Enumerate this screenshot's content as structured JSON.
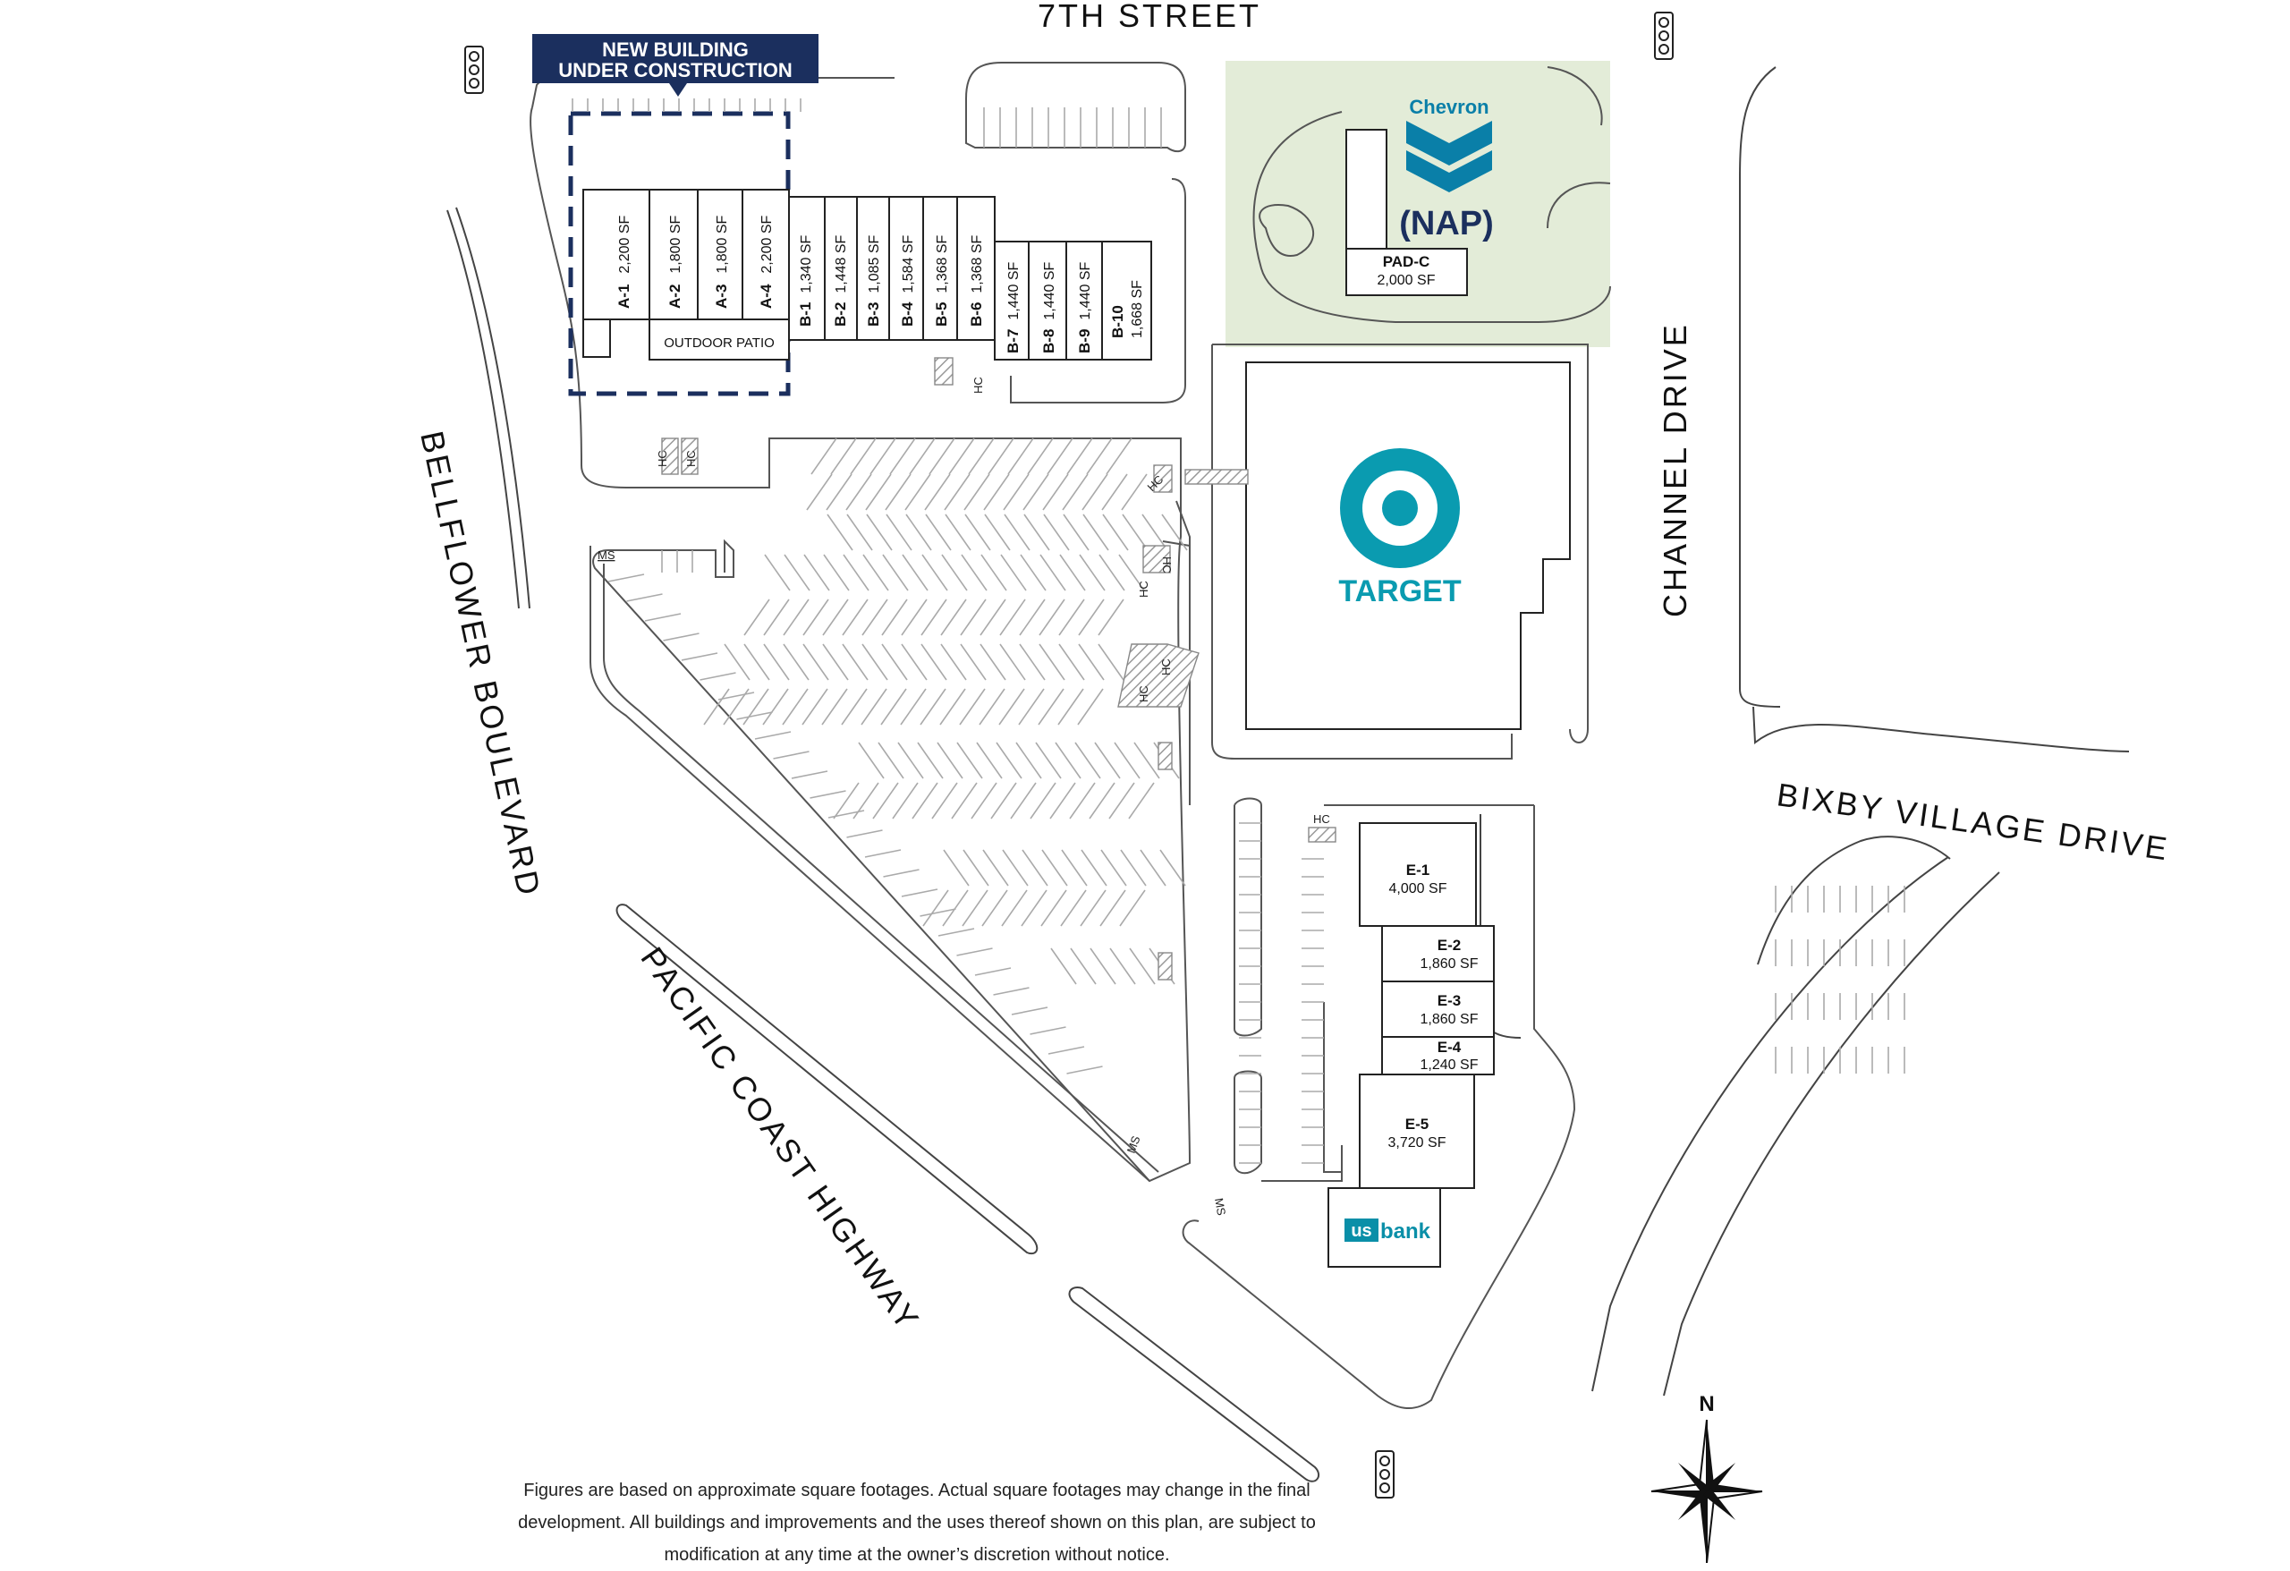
{
  "streets": {
    "seventh_street": "7TH STREET",
    "bellflower": "BELLFLOWER BOULEVARD",
    "channel": "CHANNEL DRIVE",
    "bixby": "BIXBY VILLAGE DRIVE",
    "pch": "PACIFIC COAST HIGHWAY"
  },
  "banner": {
    "line1": "NEW BUILDING",
    "line2": "UNDER CONSTRUCTION",
    "color": "#1b2f5e"
  },
  "suites_a": [
    {
      "id": "A-1",
      "sf": "2,200 SF"
    },
    {
      "id": "A-2",
      "sf": "1,800 SF"
    },
    {
      "id": "A-3",
      "sf": "1,800 SF"
    },
    {
      "id": "A-4",
      "sf": "2,200 SF"
    }
  ],
  "outdoor_patio": "OUTDOOR PATIO",
  "suites_b": [
    {
      "id": "B-1",
      "sf": "1,340 SF"
    },
    {
      "id": "B-2",
      "sf": "1,448 SF"
    },
    {
      "id": "B-3",
      "sf": "1,085 SF"
    },
    {
      "id": "B-4",
      "sf": "1,584 SF"
    },
    {
      "id": "B-5",
      "sf": "1,368 SF"
    },
    {
      "id": "B-6",
      "sf": "1,368 SF"
    },
    {
      "id": "B-7",
      "sf": "1,440 SF"
    },
    {
      "id": "B-8",
      "sf": "1,440 SF"
    },
    {
      "id": "B-9",
      "sf": "1,440 SF"
    },
    {
      "id": "B-10",
      "sf": "1,668 SF"
    }
  ],
  "chevron": {
    "brand": "Chevron",
    "nap": "(NAP)",
    "pad": "PAD-C",
    "pad_sf": "2,000 SF",
    "color": "#0a7fa8",
    "nap_color": "#1b2f5e",
    "lot_color": "#e3ecd8"
  },
  "target": {
    "label": "TARGET",
    "color": "#0a9bb0"
  },
  "suites_e": [
    {
      "id": "E-1",
      "sf": "4,000 SF"
    },
    {
      "id": "E-2",
      "sf": "1,860 SF"
    },
    {
      "id": "E-3",
      "sf": "1,860 SF"
    },
    {
      "id": "E-4",
      "sf": "1,240 SF"
    },
    {
      "id": "E-5",
      "sf": "3,720 SF"
    }
  ],
  "usbank": {
    "us": "us",
    "bank": "bank",
    "color": "#0a8fa8"
  },
  "markers": {
    "hc": "HC",
    "ms": "MS"
  },
  "compass": {
    "north": "N"
  },
  "disclaimer": {
    "line1": "Figures are based on approximate square footages. Actual square footages may change in the final",
    "line2": "development. All buildings and improvements and the uses thereof shown on this plan, are subject to",
    "line3": "modification at any time at the owner’s discretion without notice."
  }
}
